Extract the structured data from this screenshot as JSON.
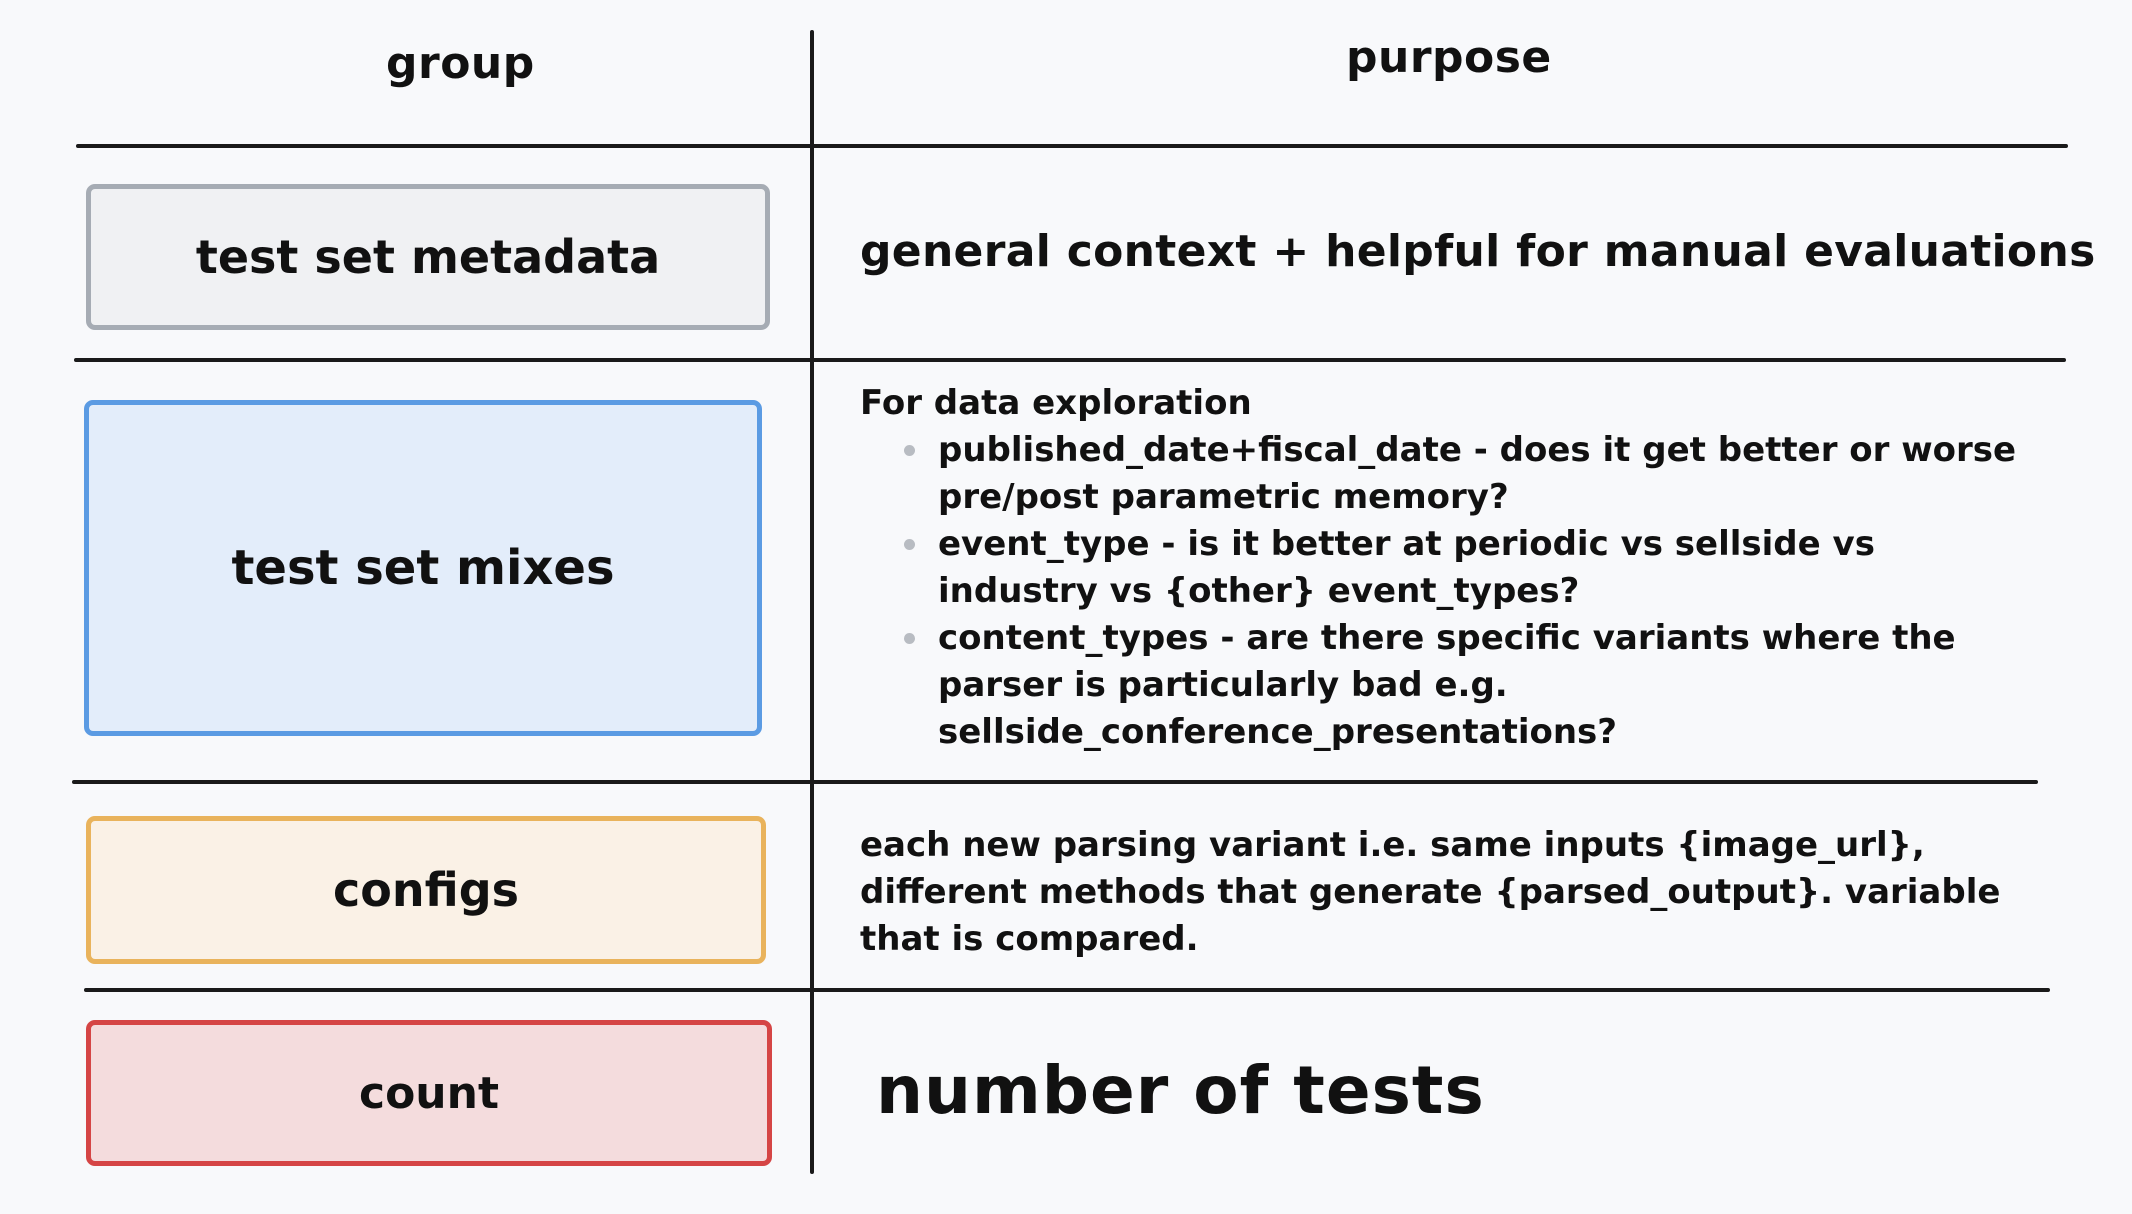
{
  "headers": {
    "group": "group",
    "purpose": "purpose"
  },
  "rows": [
    {
      "group": "test set metadata",
      "purpose": "general context + helpful for manual evaluations",
      "fill": "#f0f1f3",
      "border": "#a6acb4"
    },
    {
      "group": "test set mixes",
      "purpose_title": "For data exploration",
      "bullets": [
        "published_date+fiscal_date - does it get better or worse pre/post parametric memory?",
        "event_type - is it better at periodic vs sellside vs industry vs {other} event_types?",
        "content_types - are there specific variants where the parser is particularly bad e.g. sellside_conference_presentations?"
      ],
      "fill": "#e3edfa",
      "border": "#5b9be3"
    },
    {
      "group": "configs",
      "purpose": "each new parsing variant i.e. same inputs {image_url}, different methods that generate {parsed_output}. variable that is compared.",
      "fill": "#faf1e6",
      "border": "#e9b35c"
    },
    {
      "group": "count",
      "purpose": "number of tests",
      "fill": "#f4dcdd",
      "border": "#d54545"
    }
  ]
}
